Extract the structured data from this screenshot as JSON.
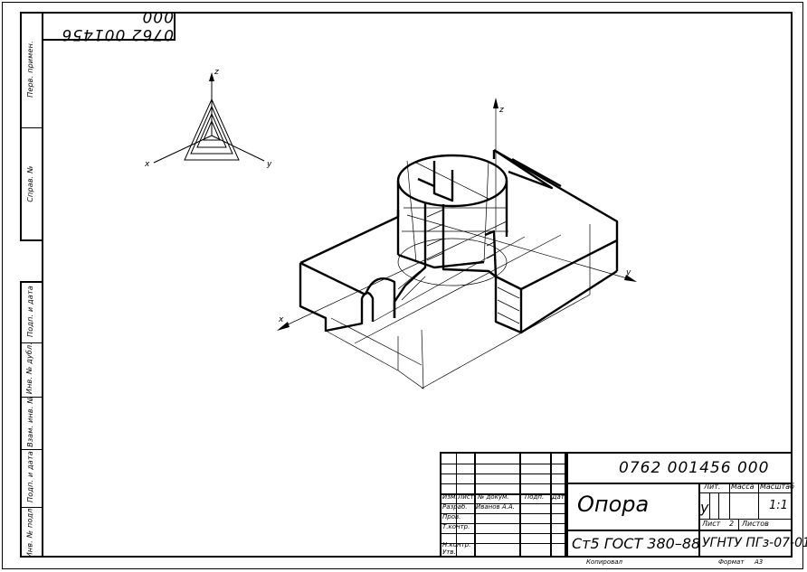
{
  "document": {
    "top_code": "0762 001456 000",
    "side_labels": [
      "Перв. примен.",
      "Справ. №",
      "Подп. и дата",
      "Инв. № дубл.",
      "Взам. инв. №",
      "Подп. и дата",
      "Инв. № подл."
    ],
    "axes": {
      "small": [
        "z",
        "x",
        "y"
      ],
      "main": [
        "z",
        "x",
        "y"
      ]
    }
  },
  "title_block": {
    "designation": "0762 001456 000",
    "name": "Опора",
    "material": "Ст5 ГОСТ 380–88",
    "organization": "УГНТУ ПГз-07-01",
    "headers": {
      "izm": "Изм.",
      "list": "Лист",
      "ndokum": "№ докум.",
      "podp": "Подп.",
      "data": "Дата"
    },
    "roles": {
      "razrab": "Разраб.",
      "prov": "Пров.",
      "tkontr": "Т.контр.",
      "nkontr": "Н.контр.",
      "utv": "Утв."
    },
    "developer": "Иванов А.А.",
    "lit_header": "Лит.",
    "lit_value": "у",
    "mass_header": "Масса",
    "scale_header": "Масштаб",
    "scale_value": "1:1",
    "sheet_label": "Лист",
    "sheet_number": "2",
    "sheets_label": "Листов",
    "copied_label": "Копировал",
    "format_label": "Формат",
    "format_value": "А3"
  }
}
